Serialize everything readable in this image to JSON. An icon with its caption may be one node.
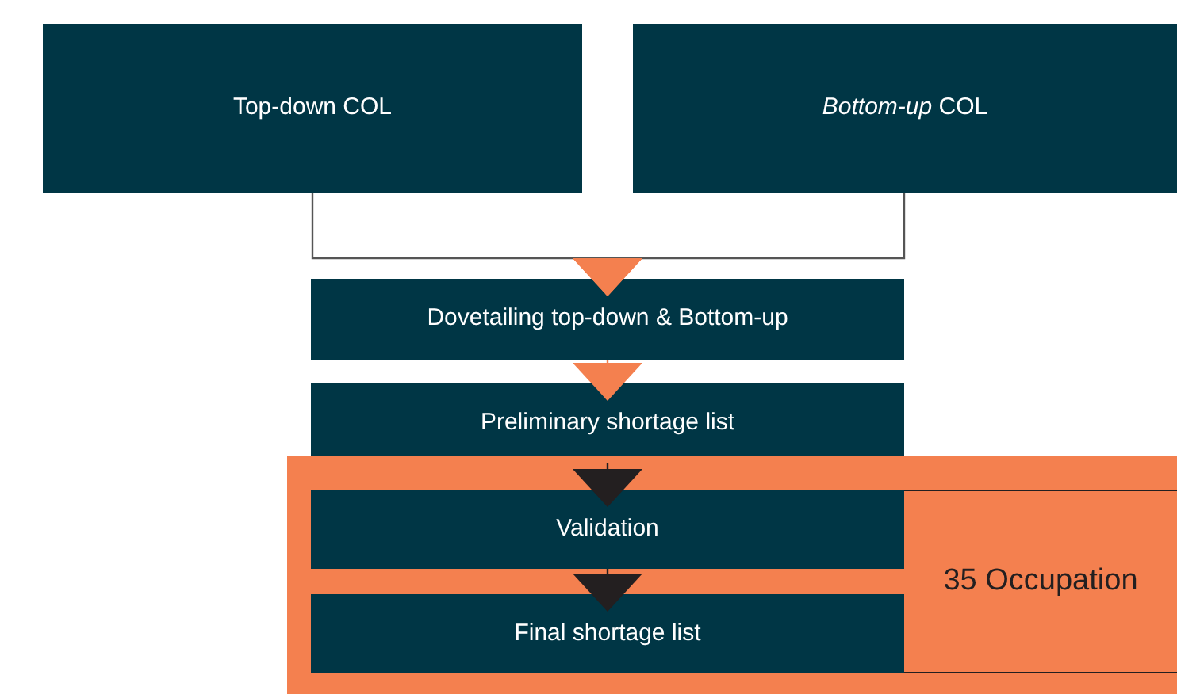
{
  "diagram": {
    "nodes": [
      {
        "text": [
          "Top-down COL"
        ]
      },
      {
        "text": [
          "*Bottom-up* COL"
        ]
      },
      {
        "text": [
          "Dovetailing top-down & Bottom-up"
        ]
      },
      {
        "text": [
          "Preliminary shortage list"
        ]
      },
      {
        "text": [],
        "shape": "box"
      },
      {
        "text": [
          "Validation"
        ],
        "in": 4
      },
      {
        "text": [
          "Final shortage list"
        ],
        "in": 4
      },
      {
        "text": [
          "35 Occupation"
        ],
        "in": 4
      }
    ],
    "edges": [
      {
        "from": 0,
        "to": 2,
        "arrow": "to",
        "color": "#555555"
      },
      {
        "from": 1,
        "to": 2,
        "arrow": "to",
        "color": "#555555"
      },
      {
        "from": 2,
        "to": 3,
        "arrow": "to",
        "color": "#f4804f"
      },
      {
        "from": 3,
        "to": 5,
        "arrow": "to",
        "color": "#231f20"
      },
      {
        "from": 5,
        "to": 6,
        "arrow": "to",
        "color": "#231f20"
      }
    ]
  }
}
